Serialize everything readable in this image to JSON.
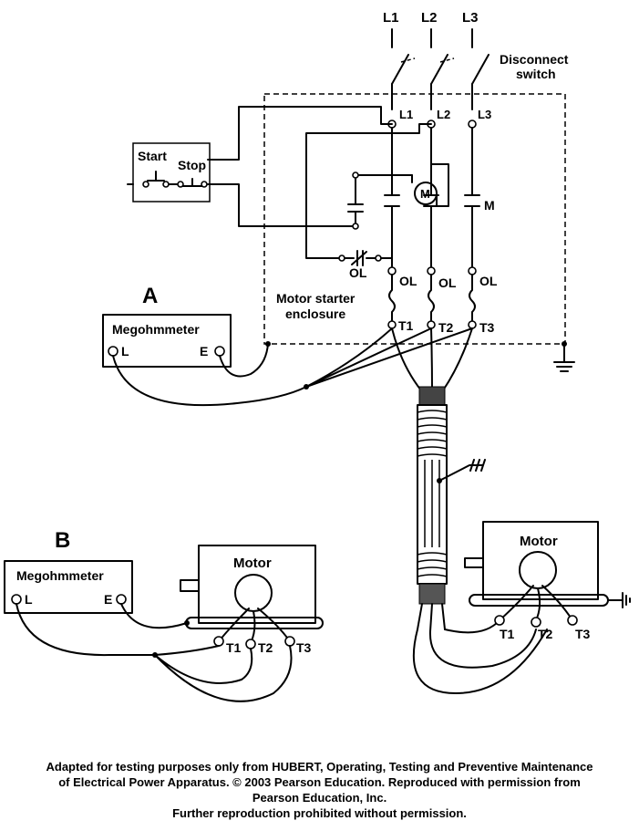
{
  "supply": {
    "l1": "L1",
    "l2": "L2",
    "l3": "L3"
  },
  "disconnect": {
    "line1": "Disconnect",
    "line2": "switch"
  },
  "starter": {
    "l1": "L1",
    "l2": "L2",
    "l3": "L3",
    "start": "Start",
    "stop": "Stop",
    "coil": "M",
    "contact": "M",
    "ol_contact": "OL",
    "ol1": "OL",
    "ol2": "OL",
    "ol3": "OL",
    "enclosure_line1": "Motor starter",
    "enclosure_line2": "enclosure",
    "t1": "T1",
    "t2": "T2",
    "t3": "T3"
  },
  "test_a": {
    "letter": "A",
    "meter": "Megohmmeter",
    "l": "L",
    "e": "E"
  },
  "test_b": {
    "letter": "B",
    "meter": "Megohmmeter",
    "l": "L",
    "e": "E",
    "motor": "Motor",
    "t1": "T1",
    "t2": "T2",
    "t3": "T3"
  },
  "right_motor": {
    "motor": "Motor",
    "t1": "T1",
    "t2": "T2",
    "t3": "T3"
  },
  "credit": {
    "line1": "Adapted for testing purposes only from HUBERT, Operating, Testing and Preventive Maintenance",
    "line2": "of Electrical Power Apparatus.  © 2003 Pearson Education. Reproduced with permission from",
    "line3": "Pearson Education, Inc.",
    "line4": "Further reproduction prohibited without permission."
  }
}
